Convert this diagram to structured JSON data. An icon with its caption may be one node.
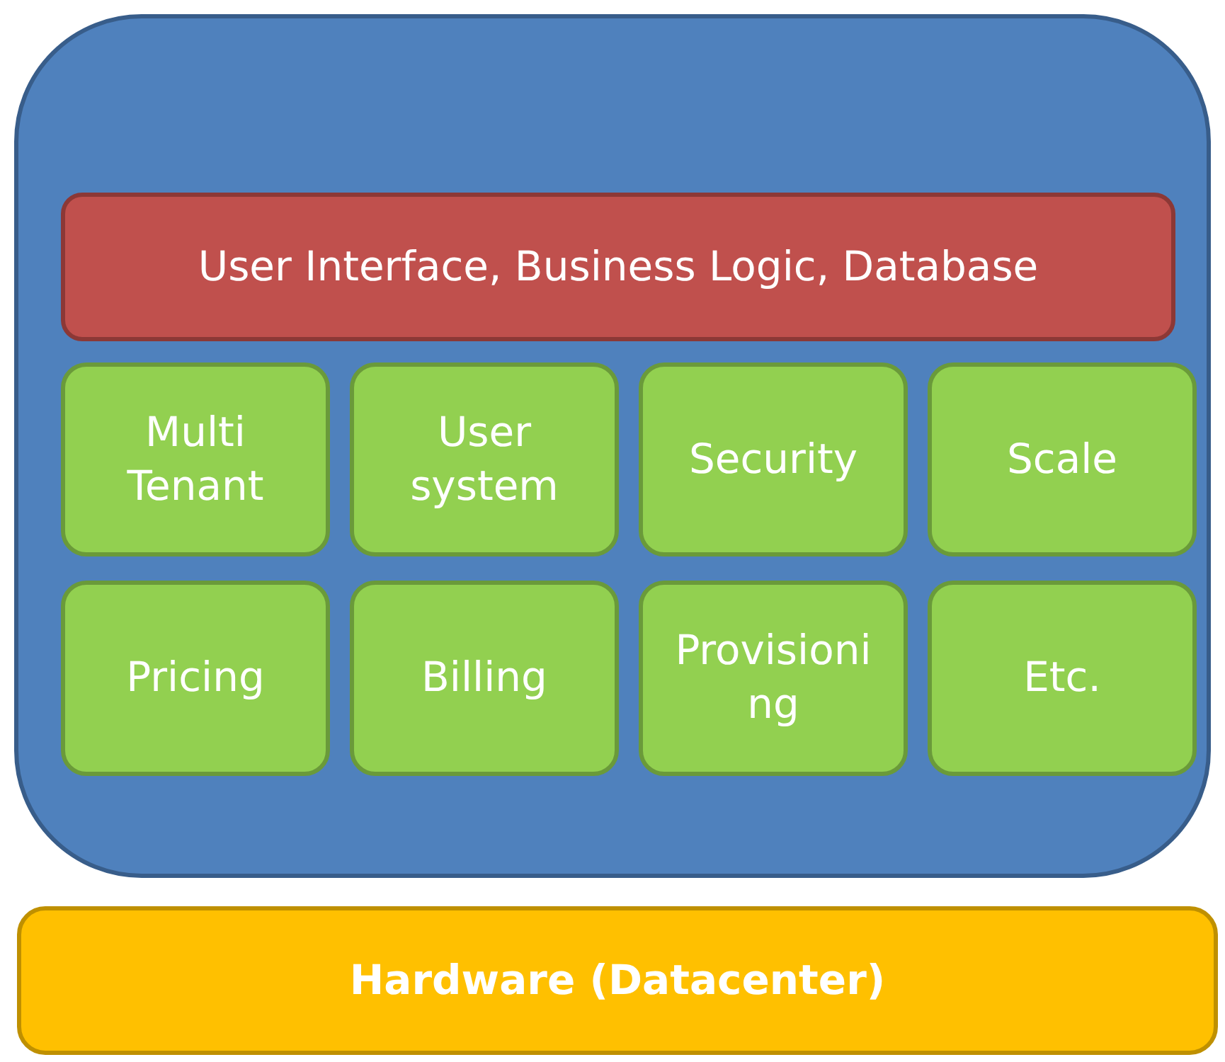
{
  "diagram": {
    "nodes": [
      {
        "text": [],
        "shape": "box"
      },
      {
        "text": [
          "User Interface, Business Logic, Database"
        ],
        "in": 0
      },
      {
        "text": [
          "Multi Tenant"
        ],
        "in": 0
      },
      {
        "text": [
          "User system"
        ],
        "in": 0
      },
      {
        "text": [
          "Security"
        ],
        "in": 0
      },
      {
        "text": [
          "Scale"
        ],
        "in": 0
      },
      {
        "text": [
          "Pricing"
        ],
        "in": 0
      },
      {
        "text": [
          "Billing"
        ],
        "in": 0
      },
      {
        "text": [
          "Provisioning"
        ],
        "in": 0
      },
      {
        "text": [
          "Etc."
        ],
        "in": 0
      },
      {
        "text": [
          "Hardware (Datacenter)"
        ]
      }
    ]
  }
}
